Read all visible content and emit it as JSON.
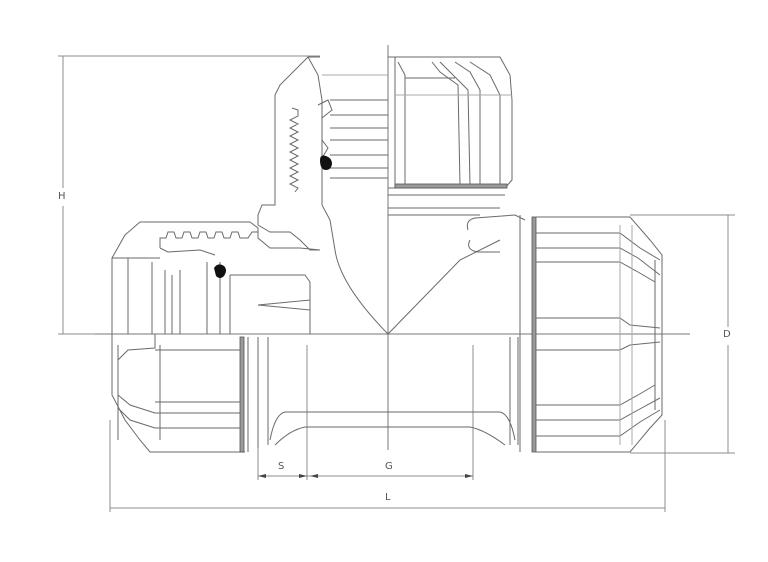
{
  "drawing": {
    "subject": "compression tee fitting — half section view",
    "dimensions": {
      "H": "H",
      "D": "D",
      "S": "S",
      "G": "G",
      "L": "L"
    },
    "colors": {
      "line": "#6a6a6a",
      "light_line": "#a8a8a8",
      "seal": "#111111",
      "background": "#ffffff"
    }
  }
}
